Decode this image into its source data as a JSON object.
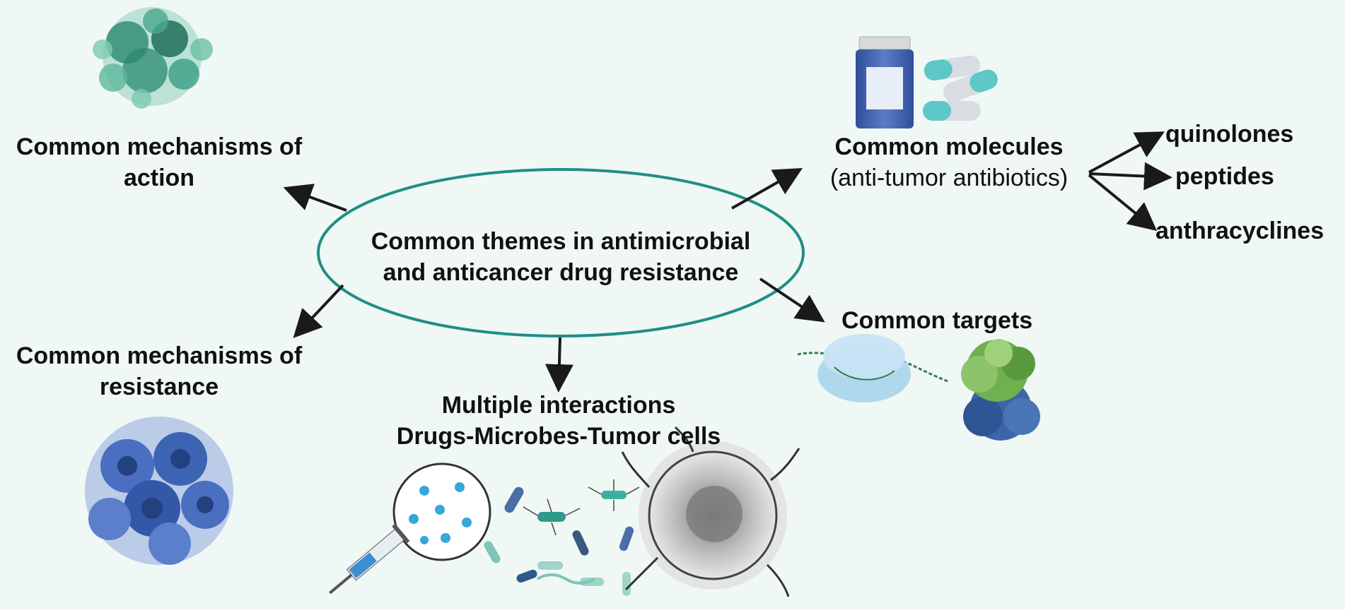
{
  "center": {
    "line1": "Common themes  in antimicrobial",
    "line2": "and anticancer drug resistance"
  },
  "nodes": {
    "action": {
      "line1": "Common mechanisms of",
      "line2": "action"
    },
    "resistance": {
      "line1": "Common mechanisms of",
      "line2": "resistance"
    },
    "molecules": {
      "line1": "Common molecules",
      "line2": "(anti-tumor antibiotics)"
    },
    "targets": {
      "line1": "Common targets"
    },
    "interactions": {
      "line1": "Multiple interactions",
      "line2": "Drugs-Microbes-Tumor cells"
    }
  },
  "molecule_types": [
    "quinolones",
    "peptides",
    "anthracyclines"
  ],
  "colors": {
    "background": "#f0f8f5",
    "ellipse": "#1f8f86",
    "arrow": "#1a1a1a",
    "action_blob": "#2a8a70",
    "resistance_cells": "#3d63b3",
    "bottle": "#4a68b0",
    "capsule": "#5ec7c7",
    "protein_top": "#6fb04f",
    "protein_bottom": "#3c66a8"
  },
  "icons": [
    "cell-cluster-icon",
    "tumor-cells-icon",
    "pill-bottle-icon",
    "capsule-icon",
    "ribosome-icon",
    "protein-complex-icon",
    "syringe-icon",
    "bacteria-icon",
    "tumor-cell-icon"
  ]
}
